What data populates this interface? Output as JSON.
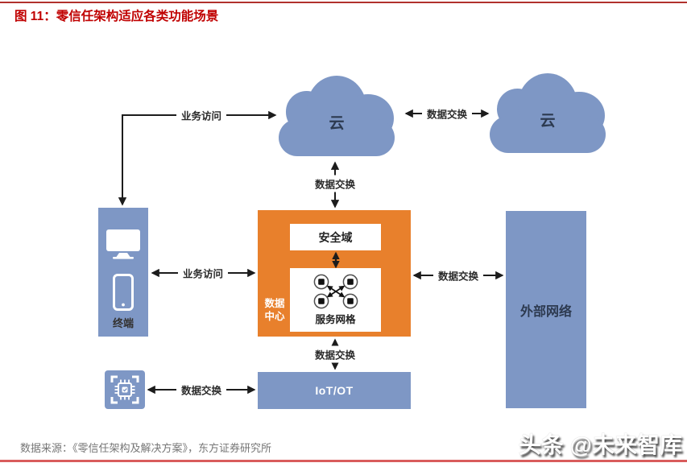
{
  "page": {
    "title": "图 11：零信任架构适应各类功能场景",
    "source": "数据来源：《零信任架构及解决方案》，东方证券研究所",
    "watermark": "头条 @未来智库"
  },
  "nodes": {
    "cloud_left": {
      "label": "云"
    },
    "cloud_right": {
      "label": "云"
    },
    "terminal": {
      "label": "终端"
    },
    "data_center": {
      "label": "数据中心"
    },
    "security_domain": {
      "label": "安全域"
    },
    "service_mesh": {
      "label": "服务网格"
    },
    "external_network": {
      "label": "外部网络"
    },
    "iot_ot": {
      "label": "IoT/OT"
    }
  },
  "edge_labels": {
    "business_access": "业务访问",
    "data_exchange": "数据交换"
  },
  "icons": {
    "monitor": "monitor-icon",
    "smartphone": "smartphone-icon",
    "chip": "chip-scan-icon",
    "mesh": "service-mesh-icon",
    "cloud": "cloud-shape"
  },
  "colors": {
    "node_blue": "#7E97C5",
    "accent_orange": "#E8802C",
    "title_red": "#C00000",
    "top_divider_red": "#B1312D",
    "bottom_divider_red": "#D95C5C",
    "connector_black": "#1C1C1C",
    "source_gray": "#767676"
  }
}
